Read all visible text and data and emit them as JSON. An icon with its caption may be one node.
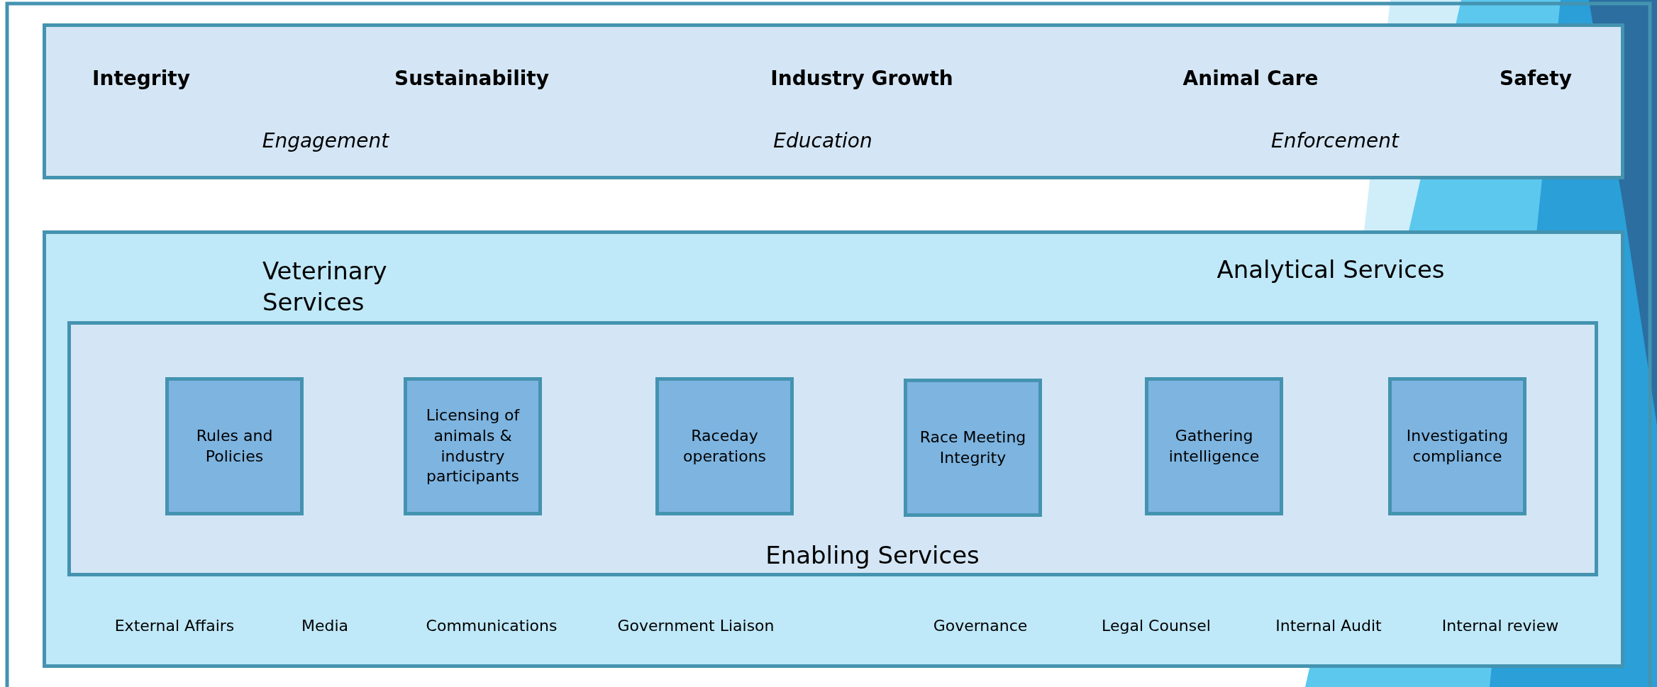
{
  "diagram": {
    "nodes": [
      {
        "text": [
          "Integrity",
          "Sustainability",
          "Industry Growth",
          "Animal Care",
          "Safety",
          "Engagement",
          "Education",
          "Enforcement"
        ]
      },
      {
        "text": [
          "Veterinary Services",
          "Analytical Services",
          "External Affairs",
          "Media",
          "Communications",
          "Government Liaison",
          "Governance",
          "Legal Counsel",
          "Internal Audit",
          "Internal review"
        ]
      },
      {
        "text": [
          "Enabling Services"
        ],
        "in": 1
      },
      {
        "text": [
          "Rules and Policies"
        ],
        "in": 2
      },
      {
        "text": [
          "Licensing of animals & industry participants"
        ],
        "in": 2
      },
      {
        "text": [
          "Raceday operations"
        ],
        "in": 2
      },
      {
        "text": [
          "Race Meeting Integrity"
        ],
        "in": 2
      },
      {
        "text": [
          "Gathering intelligence"
        ],
        "in": 2
      },
      {
        "text": [
          "Investigating compliance"
        ],
        "in": 2
      }
    ]
  }
}
